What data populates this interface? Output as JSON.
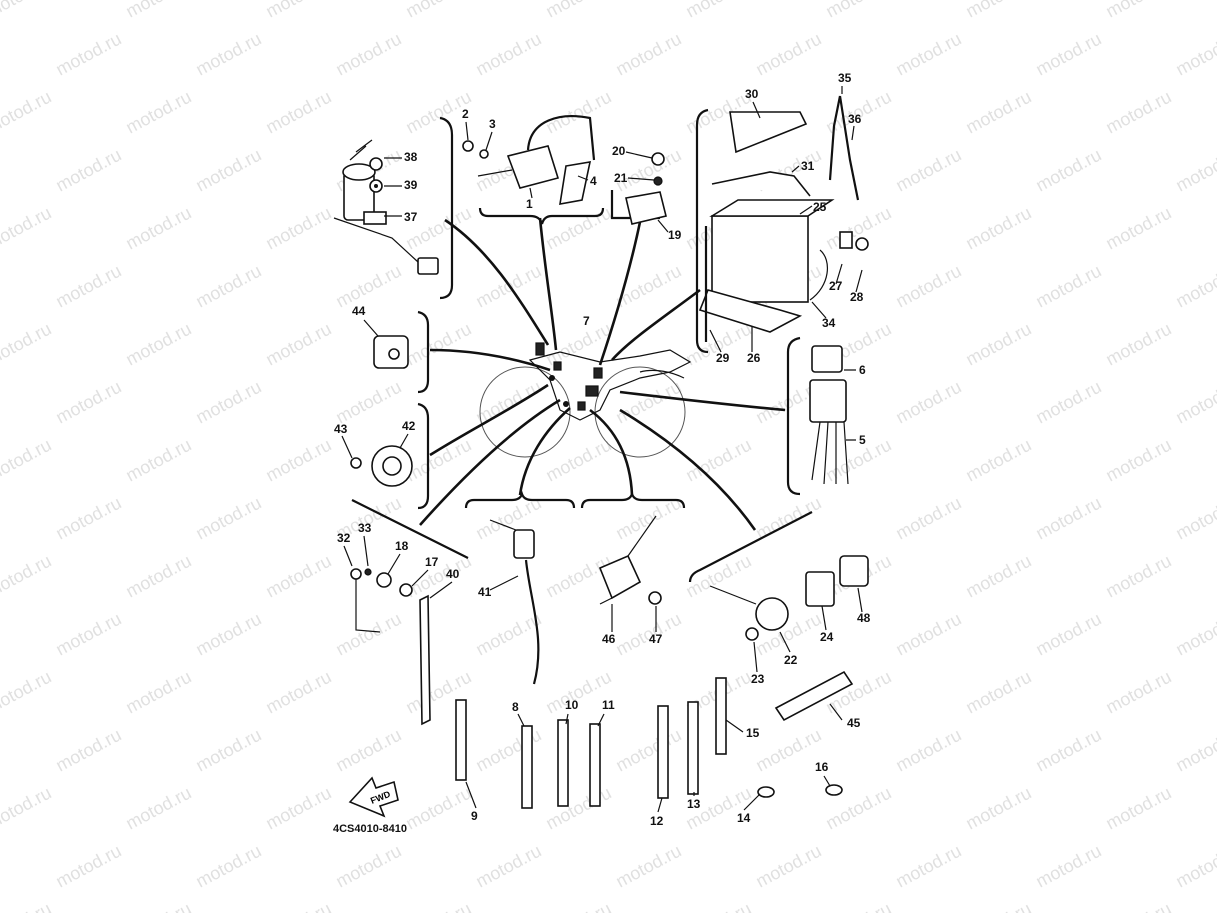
{
  "diagram": {
    "code": "4CS4010-8410",
    "fwd_label": "FWD",
    "watermark_text": "motod.ru",
    "callouts": {
      "n1": "1",
      "n2": "2",
      "n3": "3",
      "n4": "4",
      "n5": "5",
      "n6": "6",
      "n7": "7",
      "n8": "8",
      "n9": "9",
      "n10": "10",
      "n11": "11",
      "n12": "12",
      "n13": "13",
      "n14": "14",
      "n15": "15",
      "n16": "16",
      "n17": "17",
      "n18": "18",
      "n19": "19",
      "n20": "20",
      "n21": "21",
      "n22": "22",
      "n23": "23",
      "n24": "24",
      "n25": "25",
      "n26": "26",
      "n27": "27",
      "n28": "28",
      "n29": "29",
      "n30": "30",
      "n31": "31",
      "n32": "32",
      "n33": "33",
      "n34": "34",
      "n35": "35",
      "n36": "36",
      "n37": "37",
      "n38": "38",
      "n39": "39",
      "n40": "40",
      "n41": "41",
      "n42": "42",
      "n43": "43",
      "n44": "44",
      "n45": "45",
      "n46": "46",
      "n47": "47",
      "n48": "48"
    }
  }
}
